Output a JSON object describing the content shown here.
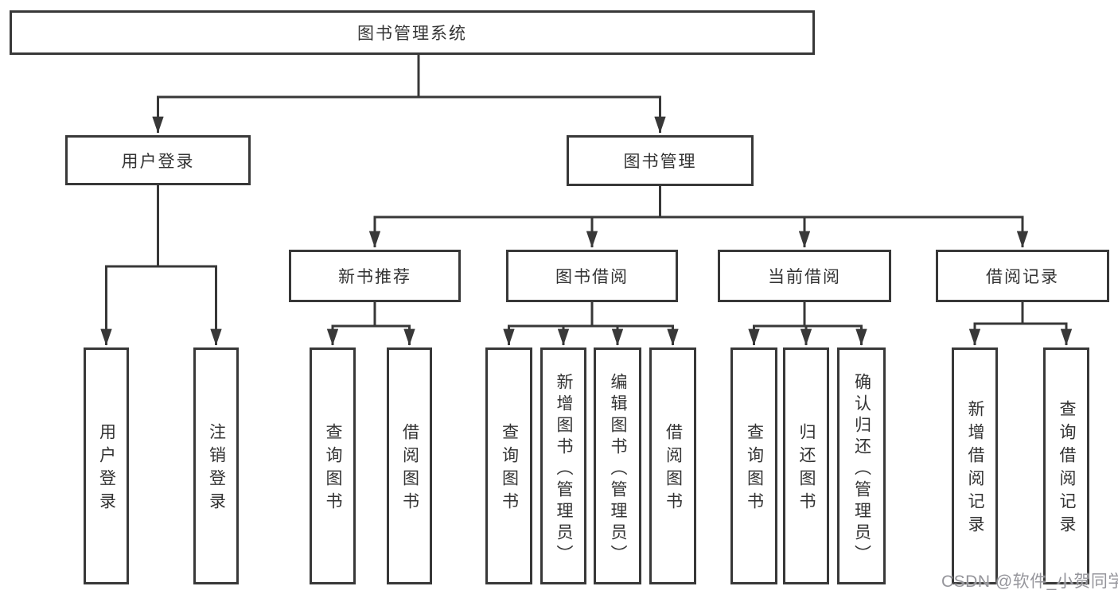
{
  "diagram_title": "图书管理系统",
  "nodes": {
    "root": "图书管理系统",
    "userLogin": "用户登录",
    "bookMgmt": "图书管理",
    "newBookRec": "新书推荐",
    "bookBorrow": "图书借阅",
    "currentBorrow": "当前借阅",
    "borrowRecords": "借阅记录",
    "leafUserLogin": "用户登录",
    "leafLogout": "注销登录",
    "leafQueryBooksA": "查询图书",
    "leafBorrowBooksA": "借阅图书",
    "leafQueryBooksB": "查询图书",
    "leafAddBooks": "新增图书（管理员）",
    "leafEditBooks": "编辑图书（管理员）",
    "leafBorrowBooksB": "借阅图书",
    "leafQueryBooksC": "查询图书",
    "leafReturnBooks": "归还图书",
    "leafConfirmReturn": "确认归还（管理员）",
    "leafAddRecord": "新增借阅记录",
    "leafQueryRecord": "查询借阅记录"
  },
  "hierarchy": [
    {
      "parent": "图书管理系统",
      "children": [
        "用户登录",
        "图书管理"
      ]
    },
    {
      "parent": "用户登录",
      "children": [
        "用户登录",
        "注销登录"
      ]
    },
    {
      "parent": "图书管理",
      "children": [
        "新书推荐",
        "图书借阅",
        "当前借阅",
        "借阅记录"
      ]
    },
    {
      "parent": "新书推荐",
      "children": [
        "查询图书",
        "借阅图书"
      ]
    },
    {
      "parent": "图书借阅",
      "children": [
        "查询图书",
        "新增图书（管理员）",
        "编辑图书（管理员）",
        "借阅图书"
      ]
    },
    {
      "parent": "当前借阅",
      "children": [
        "查询图书",
        "归还图书",
        "确认归还（管理员）"
      ]
    },
    {
      "parent": "借阅记录",
      "children": [
        "新增借阅记录",
        "查询借阅记录"
      ]
    }
  ],
  "watermark": "CSDN @软件_小贺同学",
  "colors": {
    "line": "#383838",
    "text": "#333333",
    "watermark": "#95959b",
    "background": "#ffffff"
  }
}
